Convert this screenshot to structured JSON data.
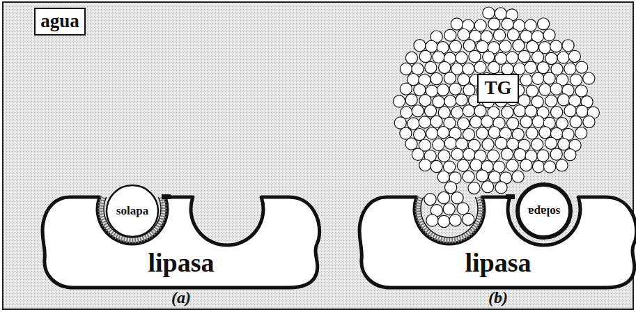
{
  "diagram": {
    "nodes": [
      {
        "text": [
          "agua"
        ]
      },
      {
        "text": [
          "solapa"
        ]
      },
      {
        "text": [
          "lipasa"
        ]
      },
      {
        "text": [
          "TG"
        ]
      },
      {
        "text": [
          "solapa"
        ]
      },
      {
        "text": [
          "lipasa"
        ]
      }
    ],
    "labels": [
      "(a)",
      "(b)"
    ]
  }
}
